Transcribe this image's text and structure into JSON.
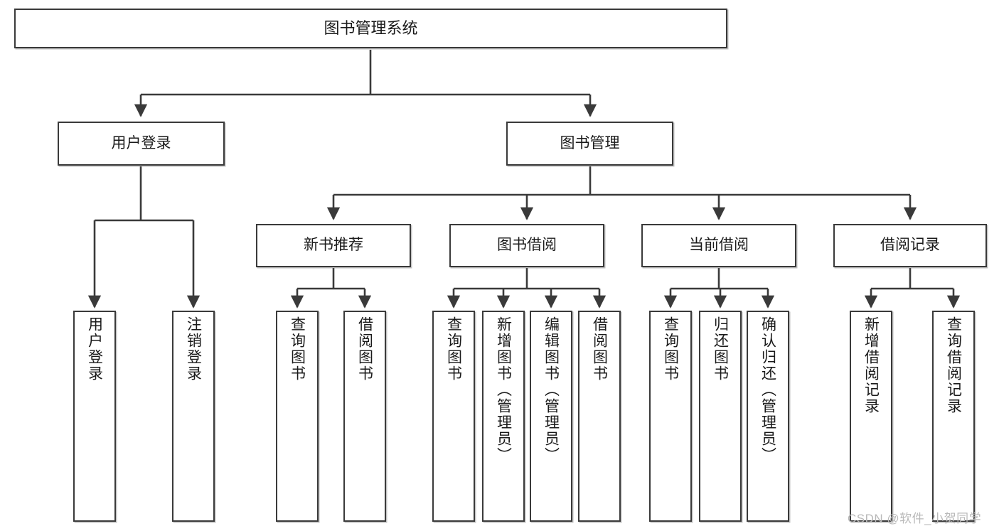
{
  "diagram": {
    "type": "tree-hierarchy-diagram",
    "title": "图书管理系统",
    "colors": {
      "border": "#3a3a3a",
      "background": "#ffffff",
      "text": "#1a1a1a",
      "watermark": "#b9b9b9"
    },
    "nodes": {
      "root": {
        "label": "图书管理系统",
        "level": 1
      },
      "user_login": {
        "label": "用户登录",
        "level": 2
      },
      "book_manage": {
        "label": "图书管理",
        "level": 2
      },
      "new_book_rec": {
        "label": "新书推荐",
        "level": 3
      },
      "book_borrow": {
        "label": "图书借阅",
        "level": 3
      },
      "current_borrow": {
        "label": "当前借阅",
        "level": 3
      },
      "borrow_record": {
        "label": "借阅记录",
        "level": 3
      },
      "leaf_user_login": {
        "label": "用户登录",
        "level": 4
      },
      "leaf_logout": {
        "label": "注销登录",
        "level": 4
      },
      "leaf_query_book_1": {
        "label": "查询图书",
        "level": 4
      },
      "leaf_borrow_book_1": {
        "label": "借阅图书",
        "level": 4
      },
      "leaf_query_book_2": {
        "label": "查询图书",
        "level": 4
      },
      "leaf_add_book": {
        "label": "新增图书（管理员）",
        "level": 4
      },
      "leaf_edit_book": {
        "label": "编辑图书（管理员）",
        "level": 4
      },
      "leaf_borrow_book_2": {
        "label": "借阅图书",
        "level": 4
      },
      "leaf_query_book_3": {
        "label": "查询图书",
        "level": 4
      },
      "leaf_return_book": {
        "label": "归还图书",
        "level": 4
      },
      "leaf_confirm_return": {
        "label": "确认归还（管理员）",
        "level": 4
      },
      "leaf_add_record": {
        "label": "新增借阅记录",
        "level": 4
      },
      "leaf_query_record": {
        "label": "查询借阅记录",
        "level": 4
      }
    },
    "edges": [
      {
        "from": "root",
        "to": "user_login"
      },
      {
        "from": "root",
        "to": "book_manage"
      },
      {
        "from": "user_login",
        "to": "leaf_user_login"
      },
      {
        "from": "user_login",
        "to": "leaf_logout"
      },
      {
        "from": "book_manage",
        "to": "new_book_rec"
      },
      {
        "from": "book_manage",
        "to": "book_borrow"
      },
      {
        "from": "book_manage",
        "to": "current_borrow"
      },
      {
        "from": "book_manage",
        "to": "borrow_record"
      },
      {
        "from": "new_book_rec",
        "to": "leaf_query_book_1"
      },
      {
        "from": "new_book_rec",
        "to": "leaf_borrow_book_1"
      },
      {
        "from": "book_borrow",
        "to": "leaf_query_book_2"
      },
      {
        "from": "book_borrow",
        "to": "leaf_add_book"
      },
      {
        "from": "book_borrow",
        "to": "leaf_edit_book"
      },
      {
        "from": "book_borrow",
        "to": "leaf_borrow_book_2"
      },
      {
        "from": "current_borrow",
        "to": "leaf_query_book_3"
      },
      {
        "from": "current_borrow",
        "to": "leaf_return_book"
      },
      {
        "from": "current_borrow",
        "to": "leaf_confirm_return"
      },
      {
        "from": "borrow_record",
        "to": "leaf_add_record"
      },
      {
        "from": "borrow_record",
        "to": "leaf_query_record"
      }
    ]
  },
  "watermark": {
    "text": "CSDN @软件_小贺同学"
  }
}
